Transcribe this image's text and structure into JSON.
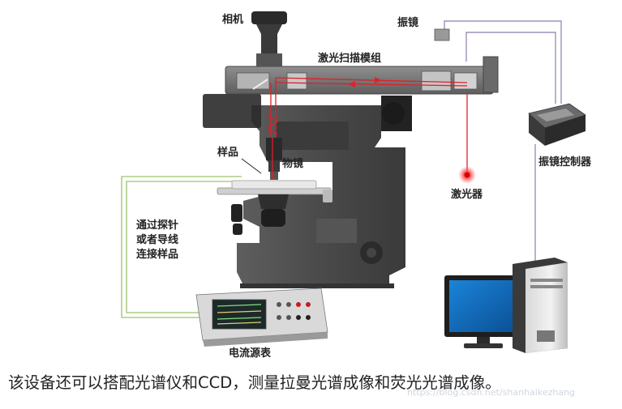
{
  "labels": {
    "camera": "相机",
    "galvo": "振镜",
    "laser_scan_module": "激光扫描模组",
    "sample": "样品",
    "objective": "物镜",
    "galvo_controller": "振镜控制器",
    "laser": "激光器",
    "probe_note_line1": "通过探针",
    "probe_note_line2": "或者导线",
    "probe_note_line3": "连接样品",
    "source_meter": "电流源表"
  },
  "caption": "该设备还可以搭配光谱仪和CCD，测量拉曼光谱成像和荧光光谱成像。",
  "watermark": "https://blog.csdn.net/shanhaikezhang",
  "colors": {
    "body_gray": "#4a4a4a",
    "module_gray": "#7a7a7a",
    "laser_red": "#e0202a",
    "wire_purple": "#8e7bb0",
    "wire_green": "#9cc46a",
    "screen_blue": "#1673c8"
  }
}
